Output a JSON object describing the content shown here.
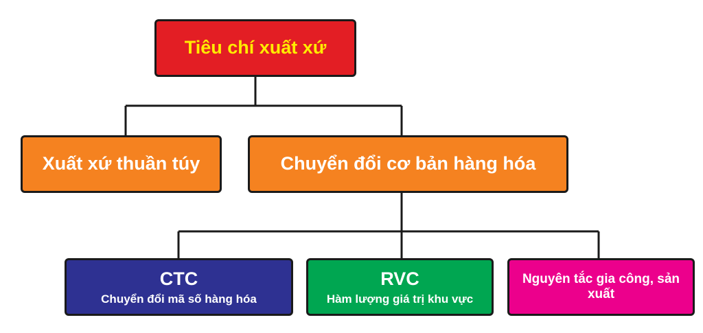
{
  "colors": {
    "root_fill": "#e31e24",
    "root_text": "#ffec00",
    "mid_fill": "#f58220",
    "ctc_fill": "#2e3192",
    "rvc_fill": "#00a651",
    "process_fill": "#ec008c",
    "line": "#1a1a1a"
  },
  "root": {
    "label": "Tiêu chí xuất xứ"
  },
  "level2": {
    "pure_origin": "Xuất xứ thuần túy",
    "substantial_transformation": "Chuyển đổi cơ bản hàng hóa"
  },
  "level3": {
    "ctc": {
      "title": "CTC",
      "subtitle": "Chuyển đổi mã số hàng hóa"
    },
    "rvc": {
      "title": "RVC",
      "subtitle": "Hàm lượng giá trị khu vực"
    },
    "process": {
      "label": "Nguyên tắc gia công, sản xuất"
    }
  }
}
